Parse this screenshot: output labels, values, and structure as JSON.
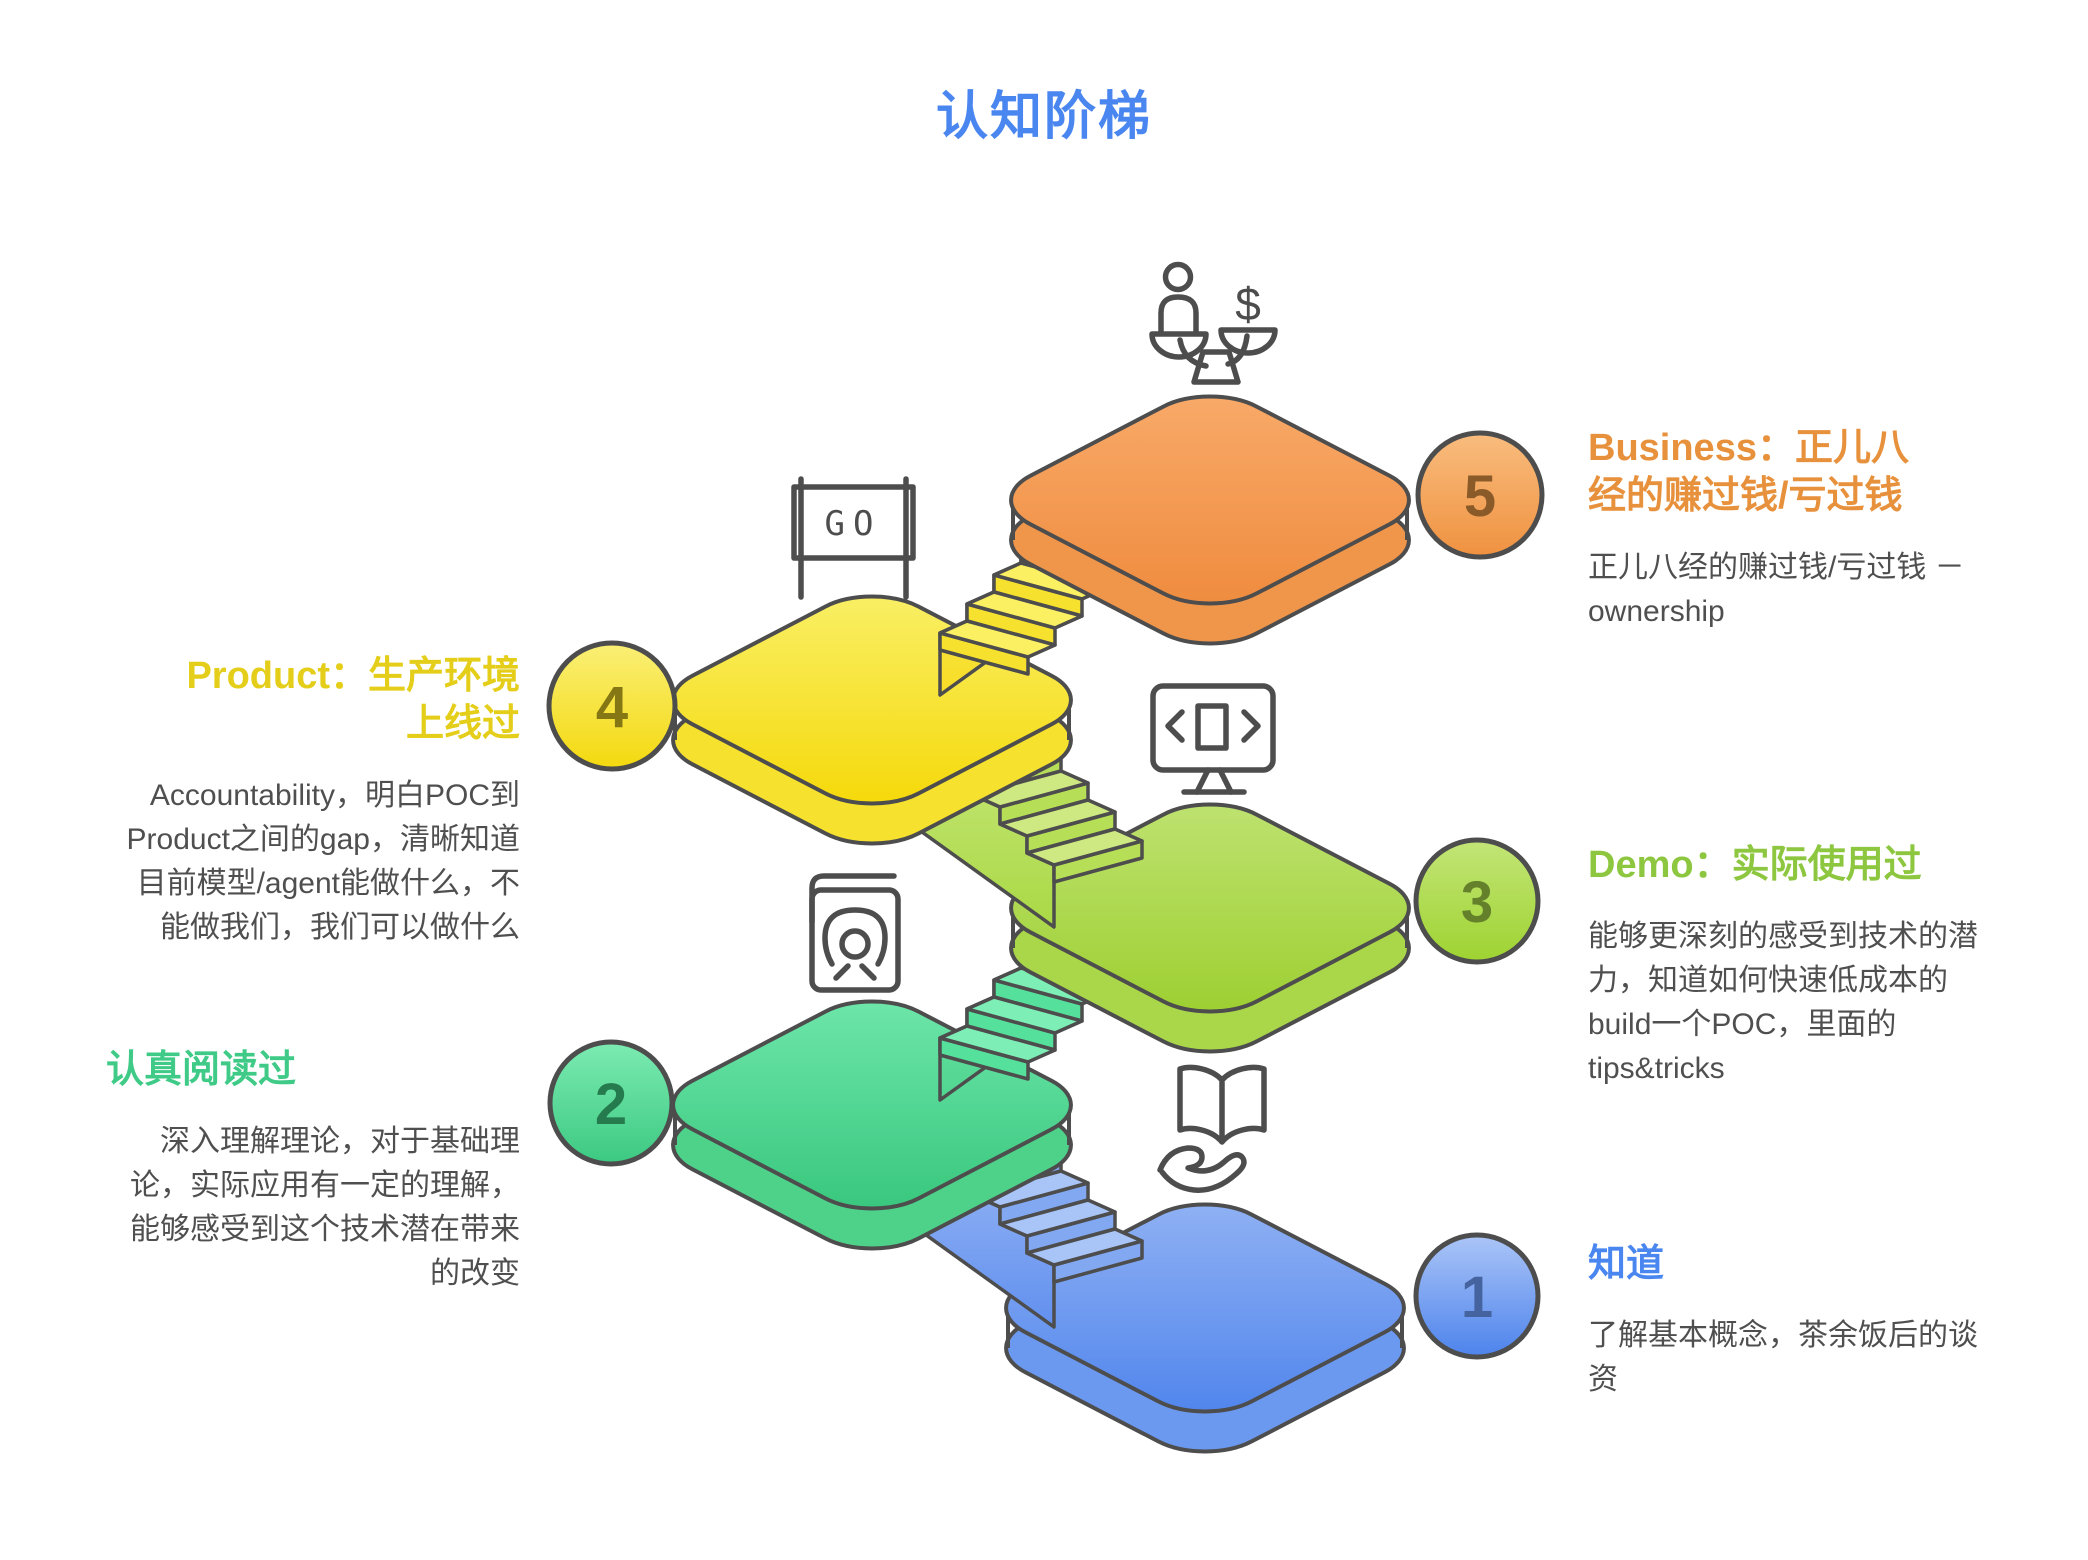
{
  "title": {
    "text": "认知阶梯",
    "color": "#4a86f0"
  },
  "go_sign_label": "GO",
  "levels": [
    {
      "number": "5",
      "name": "business",
      "heading": "Business：正儿八\n经的赚过钱/亏过钱",
      "body": "正儿八经的赚过钱/亏过钱 －\nownership",
      "accent": "#e8913c",
      "platform_color": "#ee8a3c",
      "icon": "balance-scale-money",
      "side": "right"
    },
    {
      "number": "4",
      "name": "product",
      "heading": "Product：生产环境\n上线过",
      "body": "Accountability，明白POC到\nProduct之间的gap，清晰知道\n目前模型/agent能做什么，不\n能做我们，我们可以做什么",
      "accent": "#e4ce1a",
      "platform_color": "#f5d805",
      "icon": "go-sign",
      "side": "left"
    },
    {
      "number": "3",
      "name": "demo",
      "heading": "Demo：实际使用过",
      "body": "能够更深刻的感受到技术的潜\n力，知道如何快速低成本的\nbuild一个POC，里面的\ntips&tricks",
      "accent": "#8dc63f",
      "platform_color": "#9bce2e",
      "icon": "monitor-code",
      "side": "right"
    },
    {
      "number": "2",
      "name": "read",
      "heading": "认真阅读过",
      "body": "深入理解理论，对于基础理\n论，实际应用有一定的理解，\n能够感受到这个技术潜在带来\n的改变",
      "accent": "#3fcb87",
      "platform_color": "#36c57b",
      "icon": "reading-book",
      "side": "left"
    },
    {
      "number": "1",
      "name": "know",
      "heading": "知道",
      "body": "了解基本概念，茶余饭后的谈\n资",
      "accent": "#4a86f0",
      "platform_color": "#4d83ec",
      "icon": "book-on-hand",
      "side": "right"
    }
  ]
}
